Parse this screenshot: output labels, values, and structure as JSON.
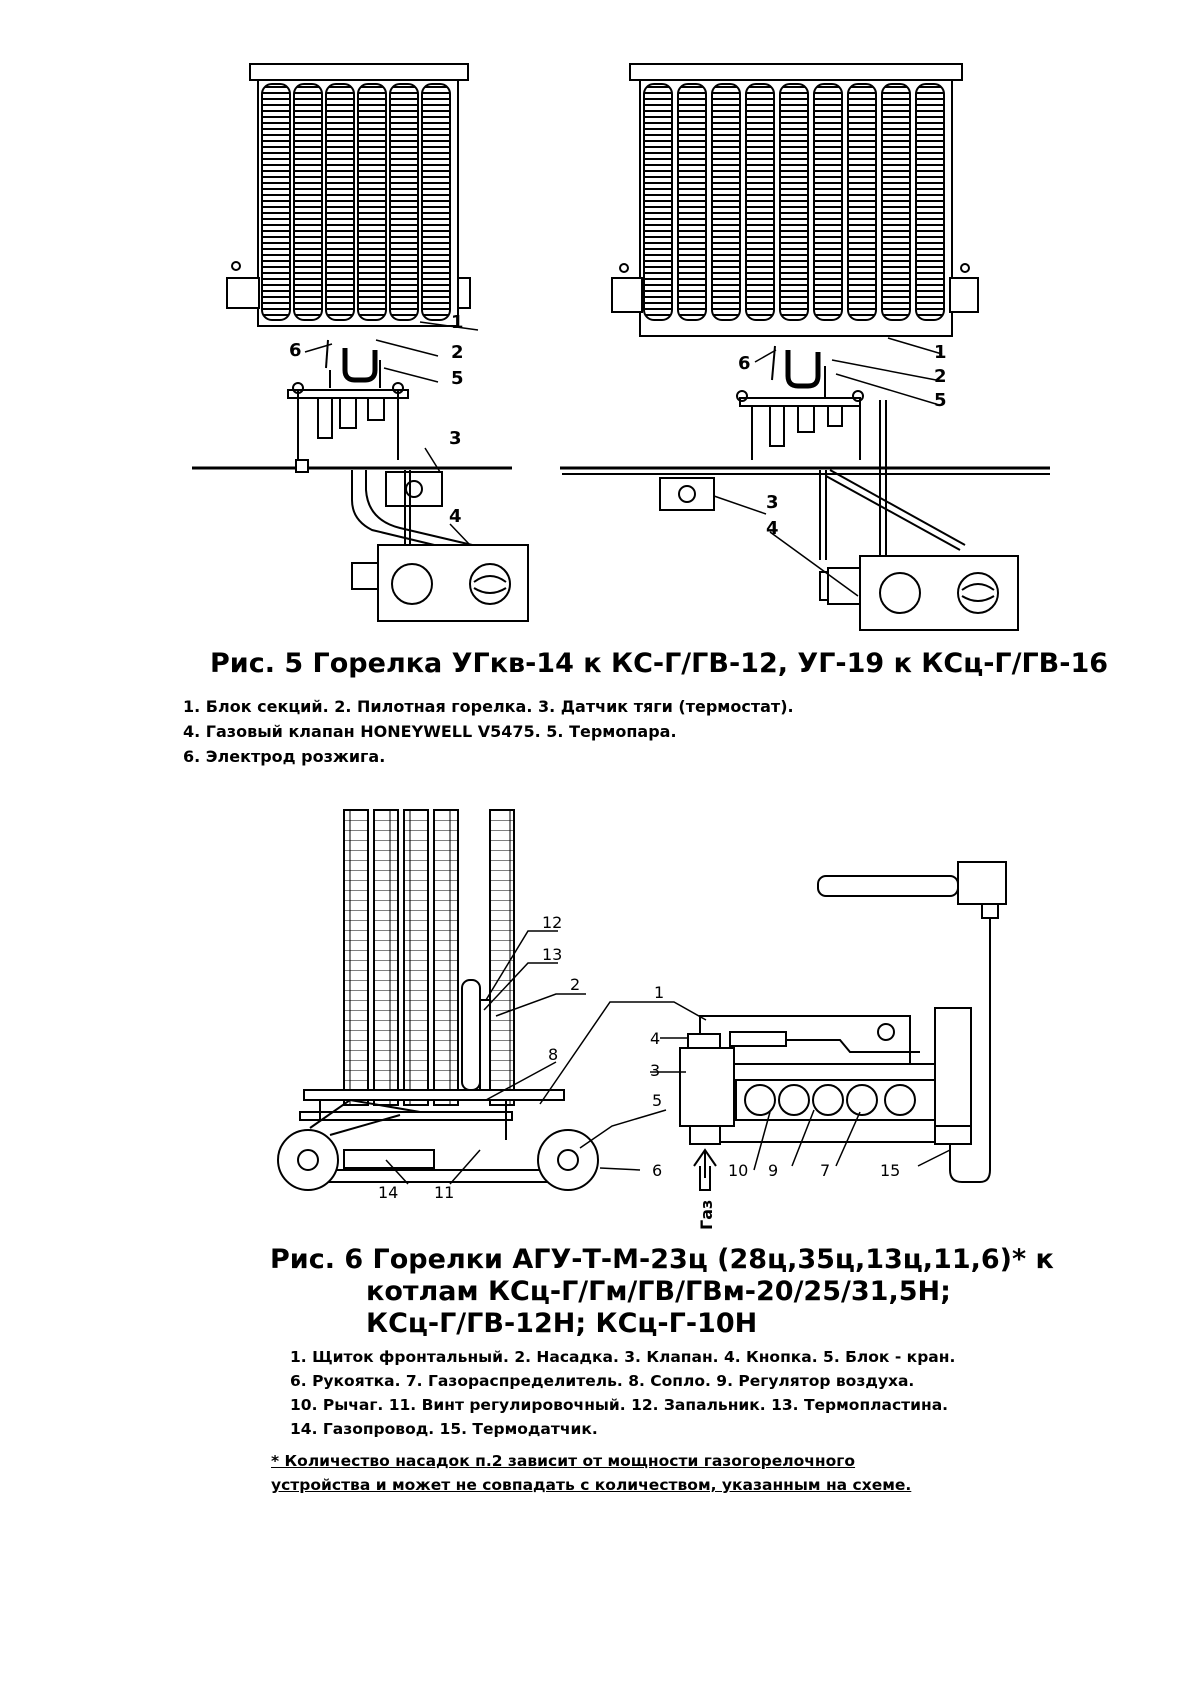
{
  "figure5": {
    "title": "Рис. 5 Горелка УГкв-14 к КС-Г/ГВ-12, УГ-19 к КСц-Г/ГВ-16",
    "legend_lines": [
      "1. Блок секций. 2. Пилотная горелка. 3. Датчик тяги (термостат).",
      "4. Газовый клапан HONEYWELL V5475.  5. Термопара.",
      "6. Электрод розжига."
    ],
    "left_callouts": [
      "1",
      "2",
      "5",
      "6",
      "3",
      "4"
    ],
    "right_callouts": [
      "1",
      "2",
      "5",
      "6",
      "3",
      "4"
    ]
  },
  "figure6": {
    "title_lines": [
      "Рис. 6 Горелки АГУ-Т-М-23ц (28ц,35ц,13ц,11,6)* к",
      "котлам КСц-Г/Гм/ГВ/ГВм-20/25/31,5Н;",
      "КСц-Г/ГВ-12Н; КСц-Г-10Н"
    ],
    "legend_lines": [
      "1. Щиток фронтальный. 2. Насадка. 3. Клапан. 4. Кнопка. 5. Блок - кран.",
      "6. Рукоятка. 7. Газораспределитель. 8. Сопло. 9. Регулятор воздуха.",
      "10. Рычаг. 11. Винт регулировочный. 12. Запальник. 13. Термопластина.",
      "14. Газопровод. 15. Термодатчик."
    ],
    "note_lines": [
      "* Количество насадок п.2 зависит от мощности газогорелочного",
      "устройства и может не совпадать с количеством, указанным на схеме."
    ],
    "callouts": [
      "12",
      "13",
      "2",
      "1",
      "4",
      "3",
      "8",
      "5",
      "6",
      "10",
      "9",
      "7",
      "15",
      "14",
      "11"
    ],
    "gas_label": "Газ"
  }
}
